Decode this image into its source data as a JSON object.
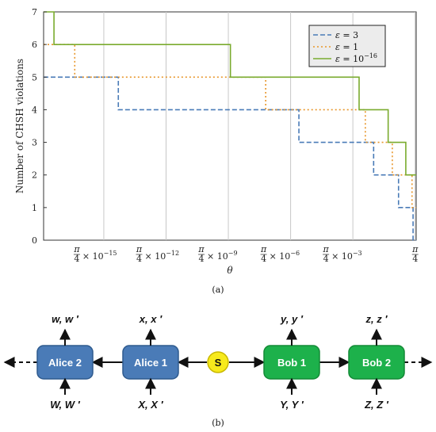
{
  "chart_data": {
    "type": "line",
    "step": true,
    "title": "",
    "xlabel": "θ",
    "ylabel": "Number of CHSH violations",
    "xscale": "log10",
    "xlim_log10": [
      -17.9,
      0.05
    ],
    "ylim": [
      0,
      7
    ],
    "yticks": [
      0,
      1,
      2,
      3,
      4,
      5,
      6,
      7
    ],
    "xticks": [
      {
        "log10": -15,
        "label": "π/4 × 10^-15",
        "num": "π",
        "den": "4",
        "pre": "× 10",
        "exp": "−15"
      },
      {
        "log10": -12,
        "label": "π/4 × 10^-12",
        "num": "π",
        "den": "4",
        "pre": "× 10",
        "exp": "−12"
      },
      {
        "log10": -9,
        "label": "π/4 × 10^-9",
        "num": "π",
        "den": "4",
        "pre": "× 10",
        "exp": "−9"
      },
      {
        "log10": -6,
        "label": "π/4 × 10^-6",
        "num": "π",
        "den": "4",
        "pre": "× 10",
        "exp": "−6"
      },
      {
        "log10": -3,
        "label": "π/4 × 10^-3",
        "num": "π",
        "den": "4",
        "pre": "× 10",
        "exp": "−3"
      },
      {
        "log10": 0,
        "label": "π/4",
        "num": "π",
        "den": "4",
        "pre": "",
        "exp": ""
      }
    ],
    "grid": "vertical",
    "legend": {
      "position": "top-right"
    },
    "series": [
      {
        "name": "ε = 3",
        "sym": "ε",
        "rel": "=",
        "val": "3",
        "exp": "",
        "color": "#4a7bb7",
        "dash": "6,3",
        "steps": [
          [
            -17.9,
            5
          ],
          [
            -14.3,
            4
          ],
          [
            -5.6,
            3
          ],
          [
            -2.0,
            2
          ],
          [
            -0.8,
            1
          ],
          [
            -0.1,
            0
          ]
        ]
      },
      {
        "name": "ε = 1",
        "sym": "ε",
        "rel": "=",
        "val": "1",
        "exp": "",
        "color": "#e8962a",
        "dash": "2,3",
        "steps": [
          [
            -17.9,
            6
          ],
          [
            -16.4,
            5
          ],
          [
            -7.2,
            4
          ],
          [
            -2.4,
            3
          ],
          [
            -1.1,
            2
          ],
          [
            -0.15,
            1
          ],
          [
            0.05,
            1
          ]
        ]
      },
      {
        "name": "ε = 10^-16",
        "sym": "ε",
        "rel": "=",
        "val": "10",
        "exp": "−16",
        "color": "#7aab2e",
        "dash": "",
        "steps": [
          [
            -17.9,
            7
          ],
          [
            -17.4,
            6
          ],
          [
            -8.9,
            5
          ],
          [
            -2.7,
            4
          ],
          [
            -1.3,
            3
          ],
          [
            -0.45,
            2
          ],
          [
            0.05,
            2
          ]
        ]
      }
    ]
  },
  "labels": {
    "panel_a": "(a)",
    "panel_b": "(b)"
  },
  "diagram": {
    "source": "S",
    "nodes": [
      {
        "id": "alice2",
        "label": "Alice 2",
        "out": "w, w ′",
        "in": "W, W ′",
        "color": "#4a7bb7",
        "border": "#2e5a8e"
      },
      {
        "id": "alice1",
        "label": "Alice 1",
        "out": "x, x ′",
        "in": "X, X ′",
        "color": "#4a7bb7",
        "border": "#2e5a8e"
      },
      {
        "id": "bob1",
        "label": "Bob 1",
        "out": "y, y ′",
        "in": "Y, Y ′",
        "color": "#1db14b",
        "border": "#138a36"
      },
      {
        "id": "bob2",
        "label": "Bob 2",
        "out": "z, z ′",
        "in": "Z, Z ′",
        "color": "#1db14b",
        "border": "#138a36"
      }
    ],
    "source_color": "#f7ea1c"
  }
}
